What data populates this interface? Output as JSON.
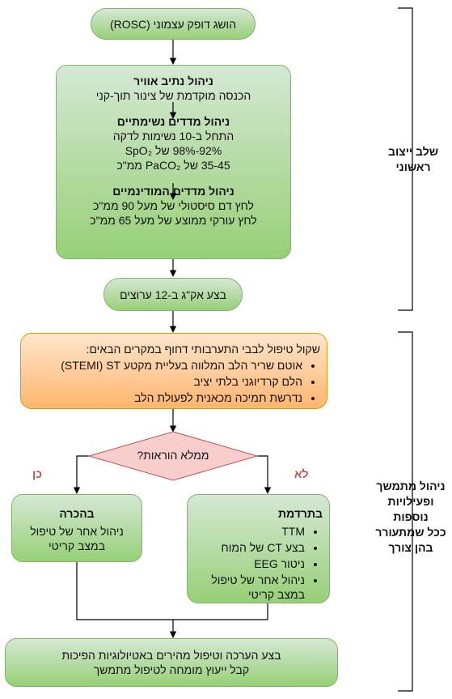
{
  "nodes": {
    "rosc": "הושג דופק עצמוני (ROSC)",
    "stabilize": {
      "airway_title": "ניהול נתיב אוויר",
      "airway_line": "הכנסה מוקדמת של צינור תוך-קני",
      "resp_title": "ניהול מדדים נשימתיים",
      "resp_lines": [
        "התחל ב-10 נשימות לדקה",
        "92%-98% של SpO₂",
        "35-45 של PaCO₂ ממ\"כ"
      ],
      "hemo_title": "ניהול מדדים המודינמיים",
      "hemo_lines": [
        "לחץ דם סיסטולי של מעל 90 ממ\"כ",
        "לחץ עורקי ממוצע של מעל 65 ממ\"כ"
      ]
    },
    "ecg": "בצע אק\"ג ב-12 ערוצים",
    "consider": {
      "title": "שקול טיפול לבבי התערבותי דחוף במקרים הבאים:",
      "items": [
        "אוטם שריר הלב המלווה בעליית מקטע STEMI) ST)",
        "הלם קרדיוגני בלתי יציב",
        "נדרשת תמיכה מכאנית לפעולת הלב"
      ]
    },
    "decision": "ממלא הוראות?",
    "yes_label": "כן",
    "no_label": "לא",
    "conscious": {
      "title": "בהכרה",
      "lines": [
        "ניהול אחר של טיפול",
        "במצב קריטי"
      ]
    },
    "comatose": {
      "title": "בתרדמת",
      "items": [
        "TTM",
        "בצע CT של המוח",
        "ניטור EEG",
        "ניהול אחר של טיפול במצב קריטי"
      ]
    },
    "final": [
      "בצע הערכה וטיפול מהירים באטיולוגיות הפיכות",
      "קבל ייעוץ מומחה לטיפול מתמשך"
    ]
  },
  "phases": {
    "initial": [
      "שלב ייצוב",
      "ראשוני"
    ],
    "ongoing": [
      "ניהול מתמשך",
      "ופעילויות נוספות",
      "ככל שמתעורר",
      "בהן צורך"
    ]
  },
  "colors": {
    "green_fill": "#97d077",
    "green_border": "#82b366",
    "orange_fill": "#ffb570",
    "orange_border": "#d79b00",
    "decision_fill": "#f8cecc",
    "decision_border": "#b85450",
    "branch_label": "#b85450"
  }
}
